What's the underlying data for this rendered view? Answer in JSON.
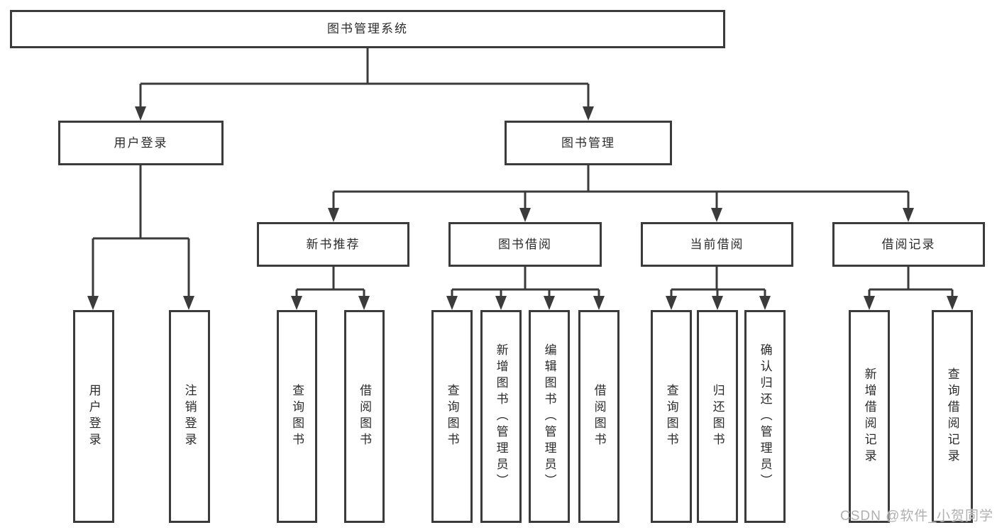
{
  "diagram": {
    "root": {
      "label": "图书管理系统"
    },
    "branches": [
      {
        "label": "用户登录",
        "children": [
          {
            "label": "用户登录"
          },
          {
            "label": "注销登录"
          }
        ]
      },
      {
        "label": "图书管理",
        "children": [
          {
            "label": "新书推荐",
            "children": [
              {
                "label": "查询图书"
              },
              {
                "label": "借阅图书"
              }
            ]
          },
          {
            "label": "图书借阅",
            "children": [
              {
                "label": "查询图书"
              },
              {
                "label": "新增图书（管理员）"
              },
              {
                "label": "编辑图书（管理员）"
              },
              {
                "label": "借阅图书"
              }
            ]
          },
          {
            "label": "当前借阅",
            "children": [
              {
                "label": "查询图书"
              },
              {
                "label": "归还图书"
              },
              {
                "label": "确认归还（管理员）"
              }
            ]
          },
          {
            "label": "借阅记录",
            "children": [
              {
                "label": "新增借阅记录"
              },
              {
                "label": "查询借阅记录"
              }
            ]
          }
        ]
      }
    ]
  },
  "watermark": {
    "text": "CSDN @软件_小贺同学"
  },
  "colors": {
    "line": "#3b3b3b",
    "box_border": "#3b3b3b",
    "text": "#2b2b2b",
    "watermark": "#b0b0b0",
    "background": "#ffffff"
  }
}
